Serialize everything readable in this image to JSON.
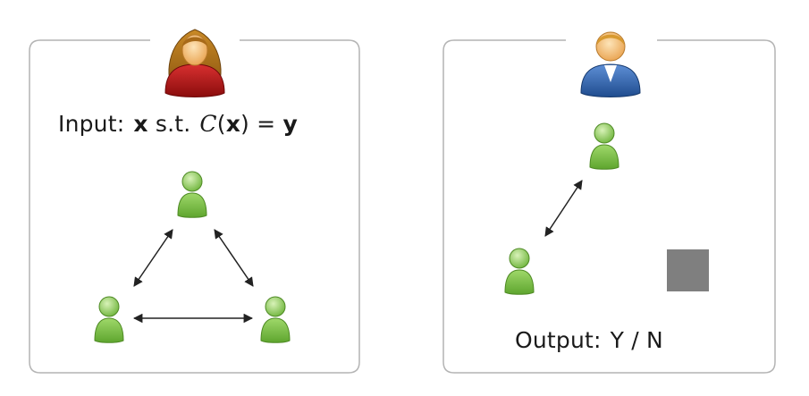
{
  "prover": {
    "input_label": "Input:",
    "input_x": "x",
    "input_st": "s.t.",
    "input_C": "C",
    "input_paren_open": "(",
    "input_paren_close": ")",
    "input_eq": "=",
    "input_y": "y"
  },
  "verifier": {
    "output_label": "Output:",
    "output_value": "Y / N"
  },
  "colors": {
    "frame": "#b4b4b4",
    "party_green": "#7fc44a",
    "prover_red": "#b81414",
    "verifier_blue": "#2f62a8",
    "hidden_square": "#7f7f7f"
  }
}
